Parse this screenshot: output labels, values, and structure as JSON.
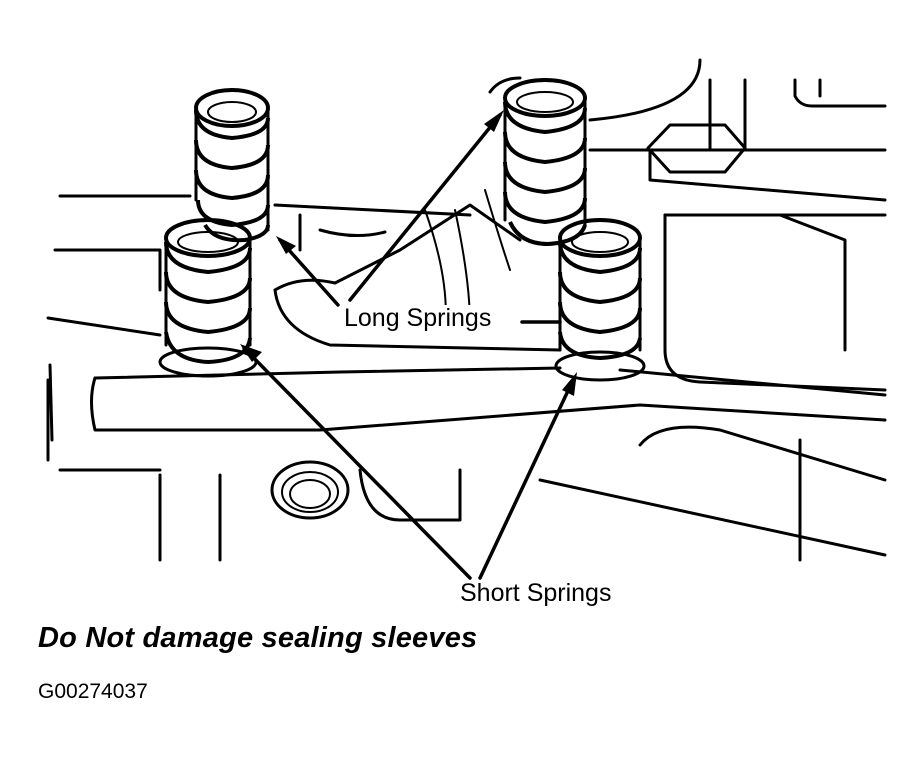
{
  "labels": {
    "long_springs": "Long Springs",
    "short_springs": "Short Springs"
  },
  "caption": "Do Not damage sealing sleeves",
  "figure_id": "G00274037",
  "colors": {
    "ink": "#000000",
    "paper": "#ffffff"
  }
}
